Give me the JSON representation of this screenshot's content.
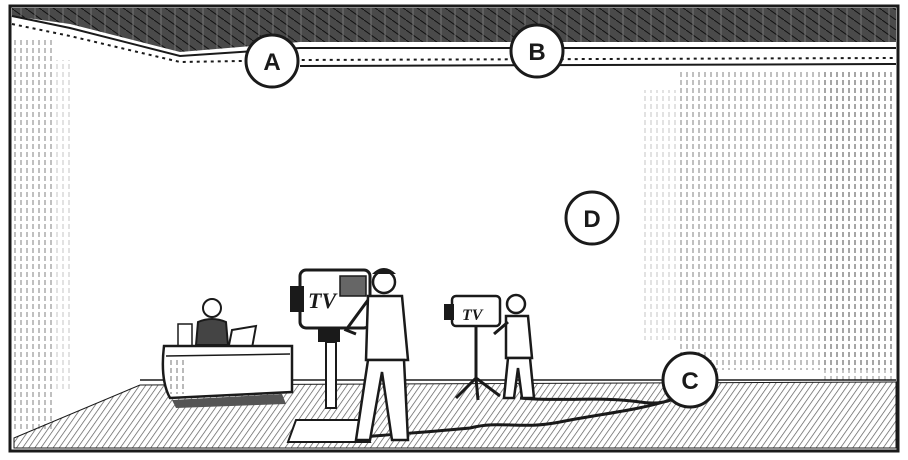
{
  "callouts": {
    "a": "A",
    "b": "B",
    "c": "C",
    "d": "D"
  },
  "camera_badges": {
    "main": "TV",
    "second": "TV"
  },
  "colors": {
    "ink": "#1a1a1a",
    "paper": "#ffffff",
    "lighting_grid": "#3a3a3a",
    "floor": "#8a8a8a"
  }
}
